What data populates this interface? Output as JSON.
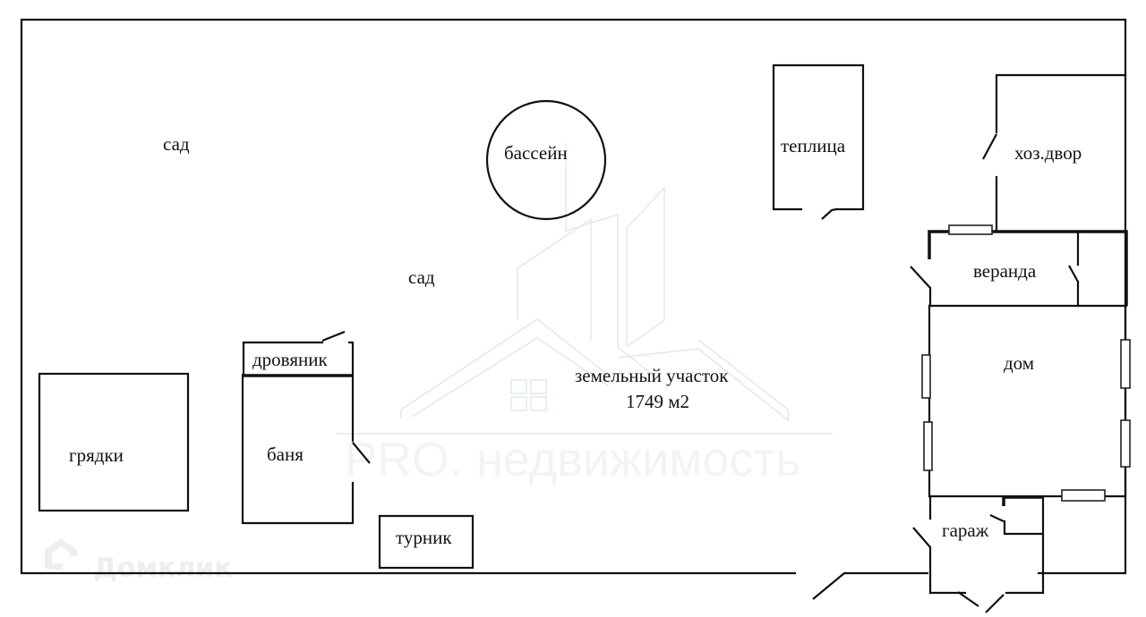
{
  "plan": {
    "title": "земельный участок",
    "area": "1749 м2",
    "labels": {
      "garden_1": "сад",
      "garden_2": "сад",
      "pool": "бассейн",
      "greenhouse": "теплица",
      "utility_yard": "хоз.двор",
      "veranda": "веранда",
      "house": "дом",
      "woodshed": "дровяник",
      "beds": "грядки",
      "bathhouse": "баня",
      "pullup_bar": "турник",
      "garage": "гараж"
    }
  },
  "watermarks": {
    "agency": "PRO. недвижимость",
    "platform": "Домклик"
  },
  "colors": {
    "line": "#111111",
    "background": "#ffffff",
    "watermark": "#dfe7ec"
  }
}
